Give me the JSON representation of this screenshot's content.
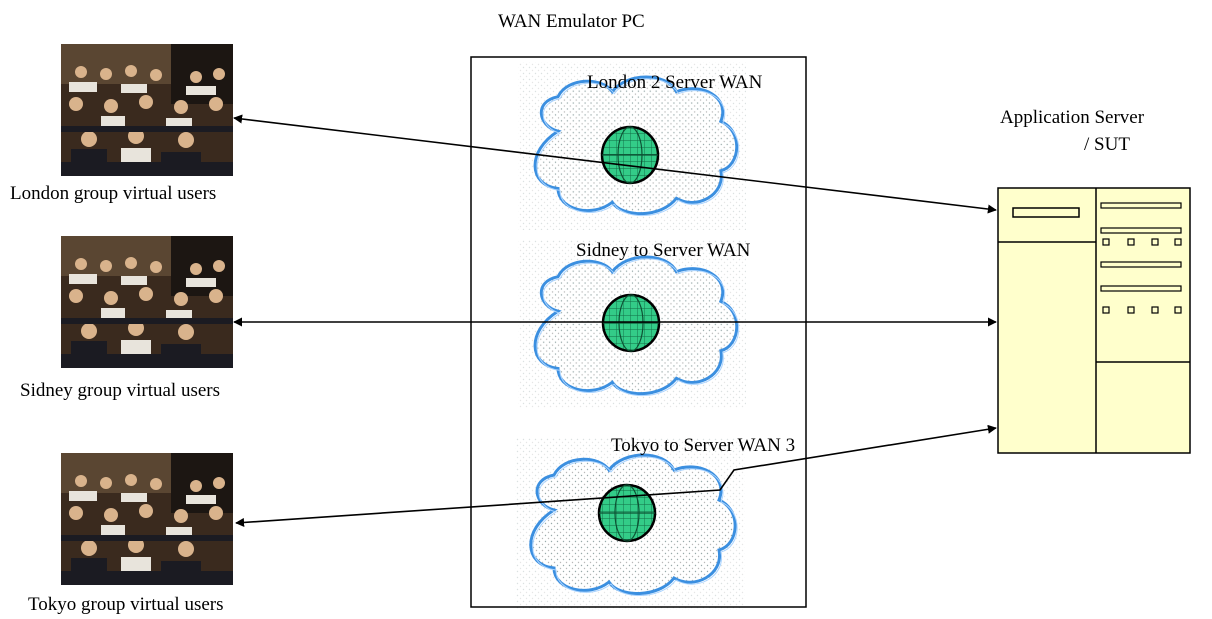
{
  "emulator": {
    "title": "WAN Emulator PC"
  },
  "server": {
    "title_line1": "Application Server",
    "title_line2": "/ SUT"
  },
  "wans": [
    {
      "label": "London 2 Server WAN"
    },
    {
      "label": "Sidney to Server WAN"
    },
    {
      "label": "Tokyo to Server WAN 3"
    }
  ],
  "groups": [
    {
      "label": "London group virtual users",
      "icon": "classroom-photo"
    },
    {
      "label": "Sidney group virtual users",
      "icon": "classroom-photo"
    },
    {
      "label": "Tokyo group virtual users",
      "icon": "classroom-photo"
    }
  ],
  "colors": {
    "server_fill": "#ffffcc",
    "globe_fill": "#33cc88",
    "cloud_outline": "#2a7fd4",
    "line": "#000000"
  }
}
